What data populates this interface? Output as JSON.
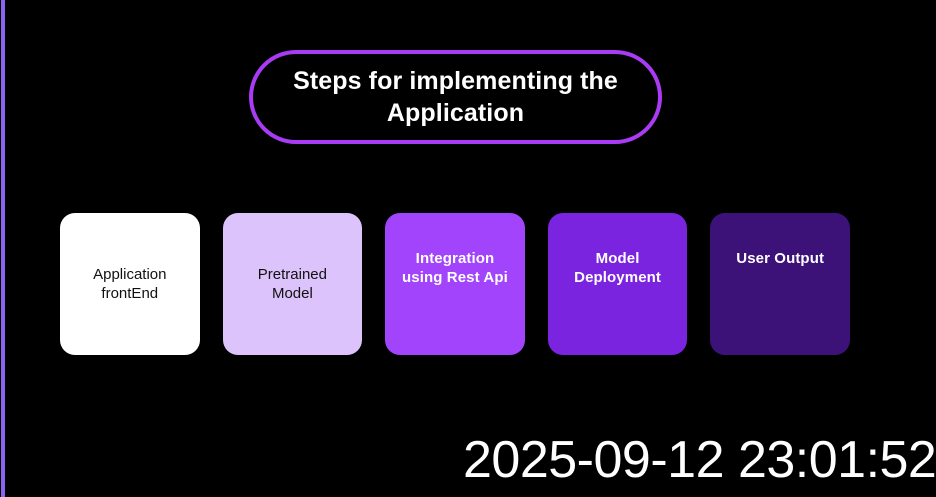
{
  "canvas": {
    "background_color": "#000000",
    "accent_strip_color": "#8B63F3"
  },
  "title": {
    "text": "Steps for implementing the\nApplication",
    "border_color": "#A93BF5",
    "text_color": "#FFFFFF"
  },
  "steps": [
    {
      "label": "Application\nfrontEnd",
      "bg_color": "#FFFFFF",
      "text_color": "#111111",
      "text_tone": "dark",
      "align": "center"
    },
    {
      "label": "Pretrained\nModel",
      "bg_color": "#DDC3FB",
      "text_color": "#111111",
      "text_tone": "dark",
      "align": "center"
    },
    {
      "label": "Integration\nusing Rest Api",
      "bg_color": "#A144FB",
      "text_color": "#FFFFFF",
      "text_tone": "light",
      "align": "upper"
    },
    {
      "label": "Model\nDeployment",
      "bg_color": "#7A24E0",
      "text_color": "#FFFFFF",
      "text_tone": "light",
      "align": "upper"
    },
    {
      "label": "User Output",
      "bg_color": "#3C1178",
      "text_color": "#FFFFFF",
      "text_tone": "light",
      "align": "upper"
    }
  ],
  "timestamp": {
    "value": "2025-09-12 23:01:52",
    "color": "#FFFFFF"
  }
}
